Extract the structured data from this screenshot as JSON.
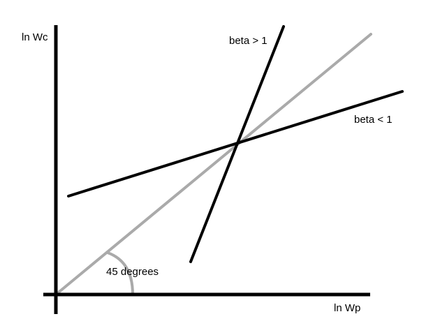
{
  "diagram": {
    "y_axis_label": "ln Wc",
    "x_axis_label": "ln Wp",
    "steep_line_label": "beta > 1",
    "shallow_line_label": "beta < 1",
    "angle_label": "45 degrees",
    "angle_degrees": 45
  },
  "colors": {
    "axes": "#000000",
    "beta_lines": "#000000",
    "diagonal": "#aaaaaa",
    "angle_arc": "#aaaaaa",
    "background": "#ffffff"
  }
}
